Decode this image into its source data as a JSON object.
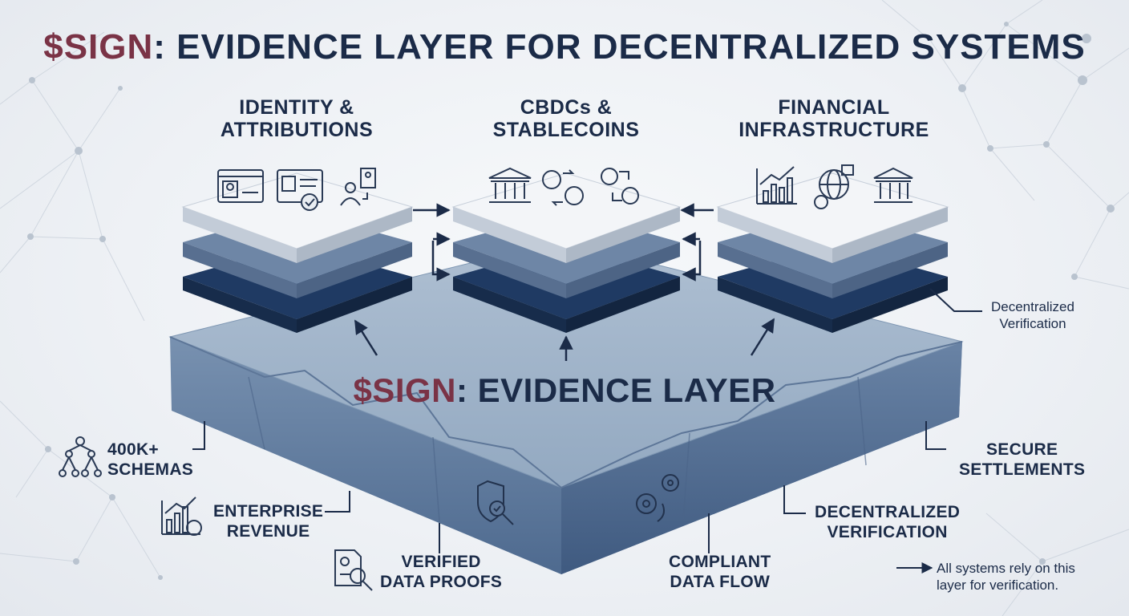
{
  "title": {
    "brand": "$SIGN",
    "rest": ": EVIDENCE LAYER FOR DECENTRALIZED SYSTEMS"
  },
  "stacks": [
    {
      "line1": "IDENTITY &",
      "line2": "ATTRIBUTIONS"
    },
    {
      "line1": "CBDCs &",
      "line2": "STABLECOINS"
    },
    {
      "line1": "FINANCIAL",
      "line2": "INFRASTRUCTURE"
    }
  ],
  "center": {
    "brand": "$SIGN",
    "rest": ": EVIDENCE LAYER"
  },
  "callouts": {
    "schemas": {
      "line1": "400K+",
      "line2": "SCHEMAS"
    },
    "revenue": {
      "line1": "ENTERPRISE",
      "line2": "REVENUE"
    },
    "proofs": {
      "line1": "VERIFIED",
      "line2": "DATA PROOFS"
    },
    "flow": {
      "line1": "COMPLIANT",
      "line2": "DATA FLOW"
    },
    "verification": {
      "line1": "DECENTRALIZED",
      "line2": "VERIFICATION"
    },
    "settlements": {
      "line1": "SECURE",
      "line2": "SETTLEMENTS"
    }
  },
  "side_note": {
    "line1": "Decentralized",
    "line2": "Verification"
  },
  "legend": {
    "line1": "All systems rely on this",
    "line2": "layer for verification."
  },
  "colors": {
    "navy": "#1b2b48",
    "brand": "#7a3346",
    "slab": "#6f8cab",
    "dark_layer": "#1f3a63"
  }
}
